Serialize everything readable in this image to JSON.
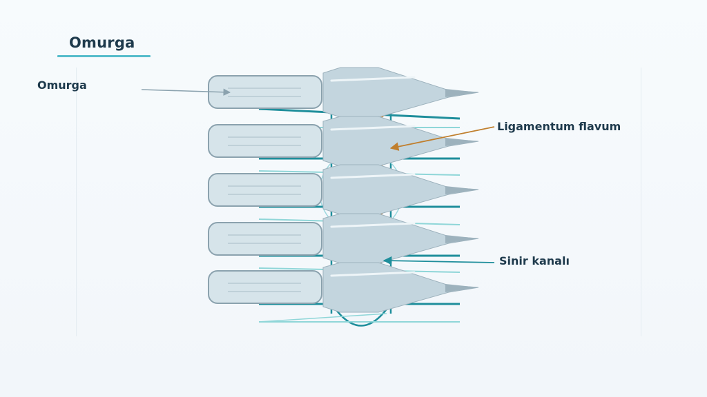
{
  "slide": {
    "title": "Omurga",
    "labels": {
      "left": "Omurga",
      "ligament": "Ligamentum flavum",
      "canal": "Sinir kanalı"
    }
  },
  "colors": {
    "title_text": "#1e3a4c",
    "accent_underline": "#55bccb",
    "vertebra_body_fill": "#d6e4ea",
    "vertebra_body_stroke": "#8ba2ae",
    "process_fill": "#c3d5de",
    "ligament_fill": "#e5a24c",
    "canal_stroke": "#1e8e9b",
    "pointer_ligament": "#c07f2e",
    "pointer_canal": "#1e8e9b"
  }
}
